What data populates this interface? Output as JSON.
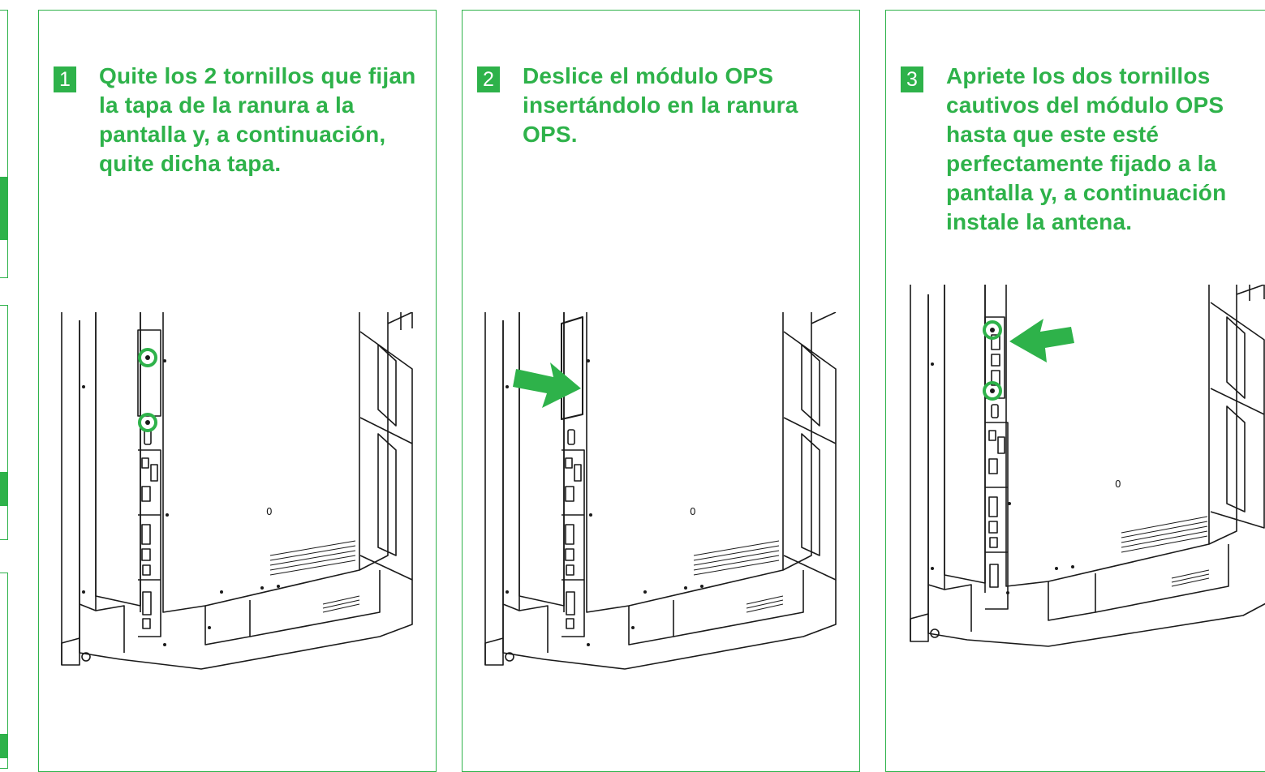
{
  "colors": {
    "accent": "#2eb24a",
    "line": "#1a1a1a"
  },
  "steps": [
    {
      "number": "1",
      "text": "Quite los 2 tornillos que fijan la tapa de la ranura a la pantalla y, a continuación, quite dicha tapa."
    },
    {
      "number": "2",
      "text": "Deslice el módulo OPS insertándolo en la ranura OPS."
    },
    {
      "number": "3",
      "text": "Apriete los dos tornillos cautivos del módulo OPS hasta que este esté perfectamente fijado a la pantalla y, a continuación instale la antena."
    }
  ]
}
